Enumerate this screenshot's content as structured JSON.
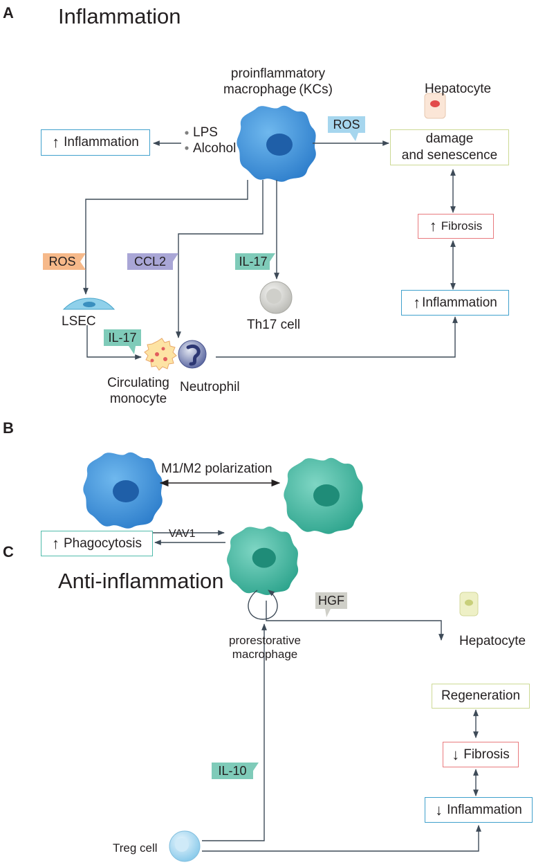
{
  "panels": {
    "a": {
      "letter": "A",
      "title": "Inflammation",
      "macrophage_label_line1": "proinflammatory",
      "macrophage_label_line2": "macrophage (KCs)",
      "triggers": [
        "LPS",
        "Alcohol"
      ],
      "left_box": "Inflammation",
      "ros_tag_top": "ROS",
      "hepatocyte_label": "Hepatocyte",
      "damage_box_line1": "damage",
      "damage_box_line2": "and senescence",
      "fibrosis_box": "Fibrosis",
      "inflammation_box_right": "Inflammation",
      "ros_tag_left": "ROS",
      "ccl2_tag": "CCL2",
      "il17_tag_mid": "IL-17",
      "il17_tag_low": "IL-17",
      "lsec_label": "LSEC",
      "th17_label": "Th17 cell",
      "monocyte_label_line1": "Circulating",
      "monocyte_label_line2": "monocyte",
      "neutrophil_label": "Neutrophil"
    },
    "b": {
      "letter": "B",
      "polarization_label": "M1/M2 polarization"
    },
    "c": {
      "letter": "C",
      "title": "Anti-inflammation",
      "hgf_tag": "HGF",
      "macrophage_label_line1": "prorestorative",
      "macrophage_label_line2": "macrophage",
      "hepatocyte_label": "Hepatocyte",
      "phagocytosis_box": "Phagocytosis",
      "vav1_label": "VAV1",
      "regeneration_box": "Regeneration",
      "fibrosis_box": "Fibrosis",
      "inflammation_box": "Inflammation",
      "il10_tag": "IL-10",
      "treg_label": "Treg cell"
    }
  },
  "arrows": {
    "up": "↑",
    "down": "↓"
  },
  "colors": {
    "m1_macrophage": "#3b8fd6",
    "m2_macrophage": "#3fb39d",
    "ros_blue_tag": "#a6d6ee",
    "ros_orange_tag": "#f6b98a",
    "ccl2_tag": "#a9a6d6",
    "il_tag": "#7fcbb9",
    "hgf_tag": "#cfcfc8",
    "box_blue": "#3fa0cc",
    "box_red": "#e8797d",
    "box_green": "#ccd994"
  },
  "icons": [
    "m1-macrophage-icon",
    "m2-macrophage-icon",
    "hepatocyte-icon",
    "lsec-icon",
    "th17-cell-icon",
    "monocyte-icon",
    "neutrophil-icon",
    "treg-cell-icon"
  ]
}
